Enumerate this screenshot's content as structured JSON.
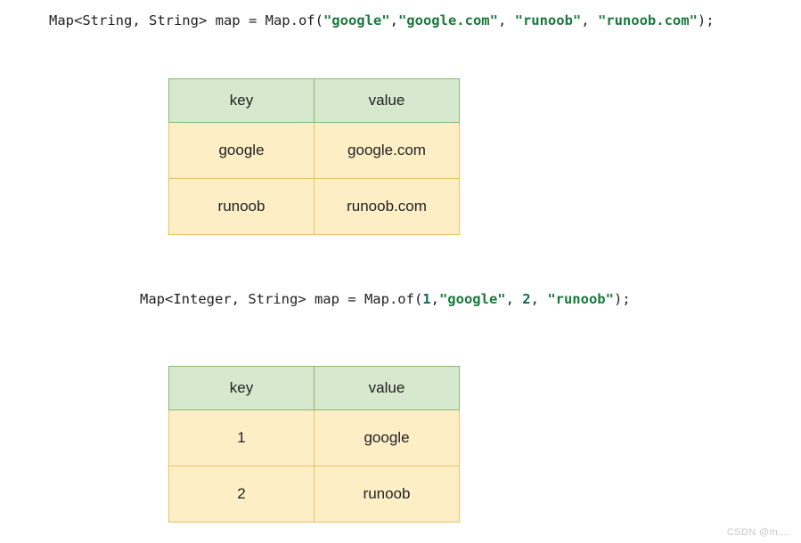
{
  "code_blocks": [
    {
      "id": "code-line-1",
      "full_text": "Map<String, String> map = Map.of(\"google\",\"google.com\", \"runoob\", \"runoob.com\");",
      "tokens": [
        {
          "type": "plain",
          "text": "Map<String, String> map = Map.of("
        },
        {
          "type": "string",
          "text": "\"google\""
        },
        {
          "type": "plain",
          "text": ","
        },
        {
          "type": "string",
          "text": "\"google.com\""
        },
        {
          "type": "plain",
          "text": ", "
        },
        {
          "type": "string",
          "text": "\"runoob\""
        },
        {
          "type": "plain",
          "text": ", "
        },
        {
          "type": "string",
          "text": "\"runoob.com\""
        },
        {
          "type": "plain",
          "text": ");"
        }
      ]
    },
    {
      "id": "code-line-2",
      "full_text": "Map<Integer, String> map = Map.of(1,\"google\", 2, \"runoob\");",
      "tokens": [
        {
          "type": "plain",
          "text": "Map<Integer, String> map = Map.of("
        },
        {
          "type": "number",
          "text": "1"
        },
        {
          "type": "plain",
          "text": ","
        },
        {
          "type": "string",
          "text": "\"google\""
        },
        {
          "type": "plain",
          "text": ", "
        },
        {
          "type": "number",
          "text": "2"
        },
        {
          "type": "plain",
          "text": ", "
        },
        {
          "type": "string",
          "text": "\"runoob\""
        },
        {
          "type": "plain",
          "text": ");"
        }
      ]
    }
  ],
  "tables": [
    {
      "id": "table-1",
      "headers": [
        "key",
        "value"
      ],
      "rows": [
        [
          "google",
          "google.com"
        ],
        [
          "runoob",
          "runoob.com"
        ]
      ]
    },
    {
      "id": "table-2",
      "headers": [
        "key",
        "value"
      ],
      "rows": [
        [
          "1",
          "google"
        ],
        [
          "2",
          "runoob"
        ]
      ]
    }
  ],
  "watermark": {
    "text": "CSDN @m...."
  },
  "colors": {
    "background": "#ffffff",
    "code_plain": "#1f1f1f",
    "code_string": "#1a7a3c",
    "code_number": "#0f6b57",
    "header_fill": "#d6e8cd",
    "header_border": "#8ab972",
    "cell_fill": "#fdeec6",
    "cell_border": "#e6c36a",
    "watermark": "#c8c8c8"
  }
}
